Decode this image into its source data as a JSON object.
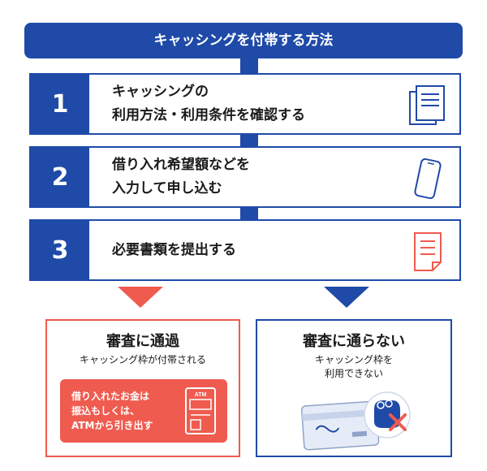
{
  "title": "キャッシングを付帯する方法",
  "steps": [
    {
      "num": "1",
      "line1": "キャッシングの",
      "line2": "利用方法・利用条件を確認する",
      "icon": "document-icon"
    },
    {
      "num": "2",
      "line1": "借り入れ希望額などを",
      "line2": "入力して申し込む",
      "icon": "smartphone-icon"
    },
    {
      "num": "3",
      "line1": "必要書類を提出する",
      "line2": "",
      "icon": "form-document-icon"
    }
  ],
  "results": {
    "pass": {
      "title": "審査に通過",
      "subtitle": "キャッシング枠が付帯される",
      "note_line1": "借り入れたお金は",
      "note_line2": "振込もしくは、",
      "note_line3": "ATMから引き出す",
      "atm_label": "ATM"
    },
    "fail": {
      "title": "審査に通らない",
      "subtitle_line1": "キャッシング枠を",
      "subtitle_line2": "利用できない"
    }
  },
  "colors": {
    "primary": "#1f4aa8",
    "accent": "#ef5b4f"
  }
}
